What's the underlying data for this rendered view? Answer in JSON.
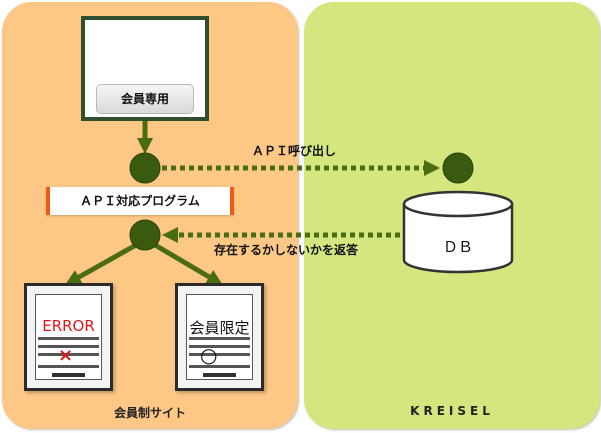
{
  "panels": {
    "left_label": "会員制サイト",
    "right_label": "KREISEL"
  },
  "member_button": {
    "label": "会員専用"
  },
  "api_program": {
    "label": "ＡＰＩ対応プログラム"
  },
  "edges": {
    "api_call": "ＡＰＩ呼び出し",
    "return": "存在するかしないかを返答"
  },
  "pages": {
    "error": {
      "text": "ERROR",
      "mark": "×"
    },
    "member": {
      "text": "会員限定",
      "mark": "○"
    }
  },
  "db": {
    "label": "ＤＢ"
  },
  "colors": {
    "left_panel": "#fdc785",
    "right_panel": "#d4e67e",
    "node": "#3a5a10",
    "arrow": "#4a6d12",
    "accent_orange": "#f05a14",
    "error_red": "#e01818"
  }
}
